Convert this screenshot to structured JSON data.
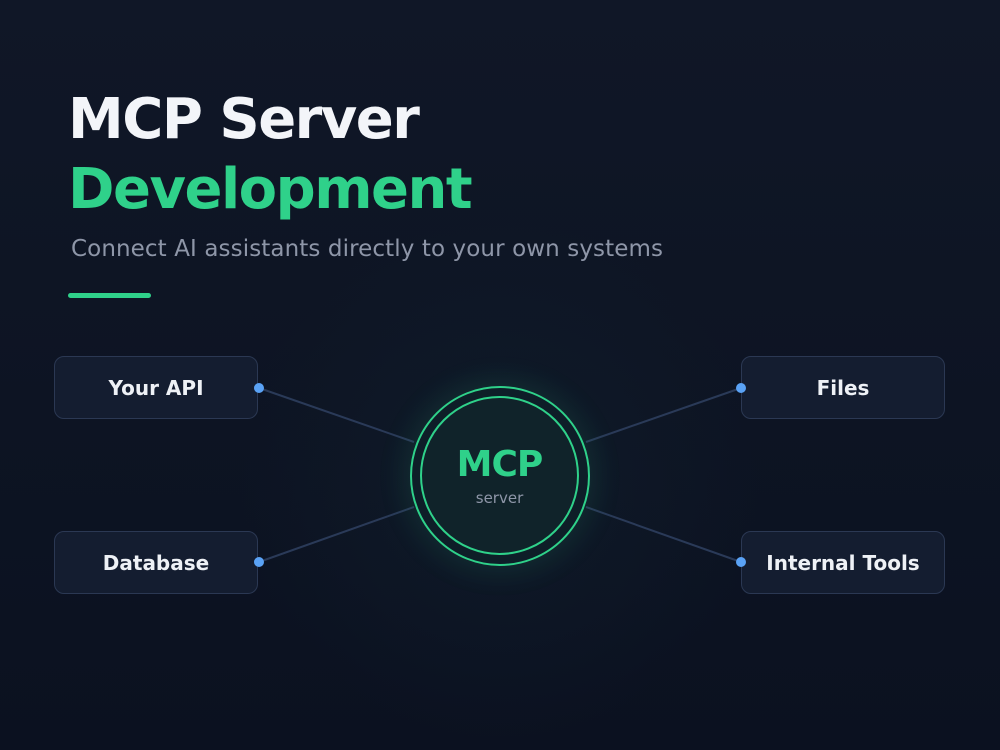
{
  "header": {
    "title_line_1": "MCP Server",
    "title_line_2": "Development",
    "subtitle": "Connect AI assistants directly to your own systems"
  },
  "hub": {
    "title": "MCP",
    "subtitle": "server"
  },
  "nodes": {
    "left": [
      "Your API",
      "Database"
    ],
    "right": [
      "Files",
      "Internal Tools"
    ]
  },
  "colors": {
    "background": "#0c1220",
    "title": "#f3f5f9",
    "accent": "#2fd18a",
    "muted_text": "#8e96a8",
    "node_fill": "#141d30",
    "node_border": "#2b3853",
    "connector_line": "#2a3a58",
    "connector_dot": "#5aa2f5"
  }
}
